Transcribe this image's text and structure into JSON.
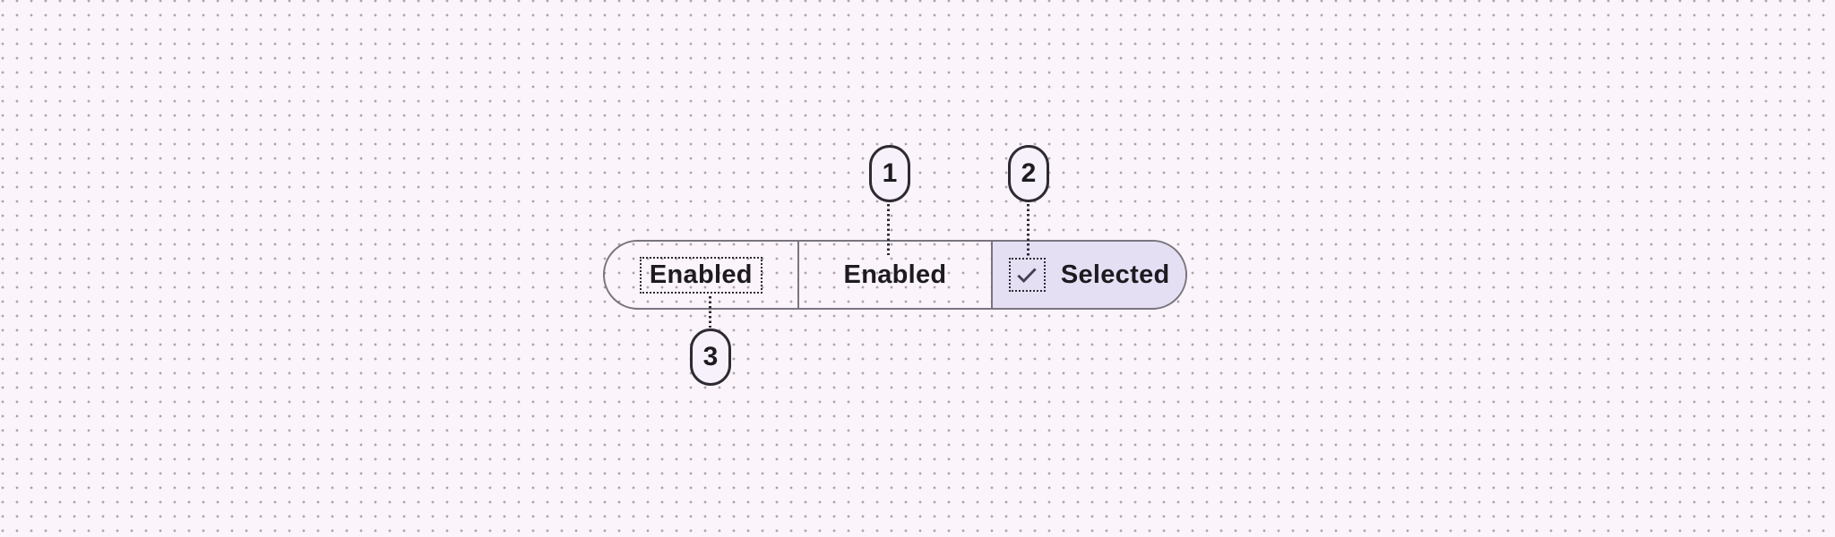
{
  "canvas": {
    "background_color": "#FBF4FA",
    "dot_grid_color": "#ACA4AD"
  },
  "segmented_button": {
    "outline_color": "#79747E",
    "selected_container_color": "#E5DFF4",
    "label_color": "#1D1B20",
    "segments": [
      {
        "label": "Enabled",
        "selected": false
      },
      {
        "label": "Enabled",
        "selected": false
      },
      {
        "label": "Selected",
        "selected": true,
        "icon": "check-icon",
        "icon_color": "#453F52"
      }
    ]
  },
  "annotations": {
    "badge_fill": "#F6F1FA",
    "badge_border": "#2E2A33",
    "items": [
      {
        "number": "1",
        "points_to": "segment-container"
      },
      {
        "number": "2",
        "points_to": "selected-check-icon"
      },
      {
        "number": "3",
        "points_to": "segment-label"
      }
    ]
  }
}
